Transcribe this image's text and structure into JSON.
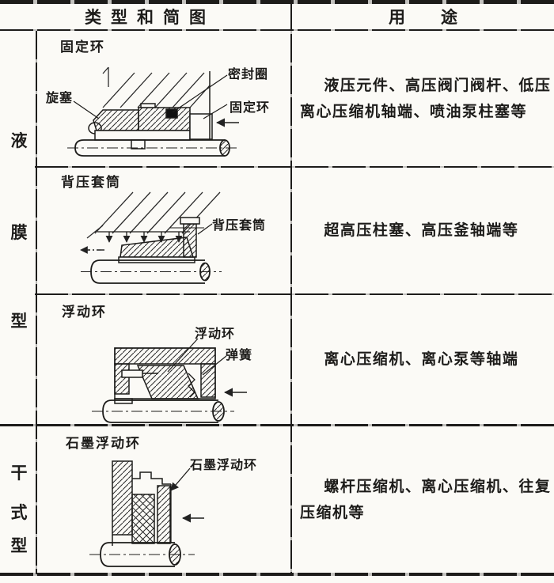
{
  "page": {
    "background": "#fbfaf6",
    "ink": "#1d1c1a"
  },
  "header": {
    "col_type": "类型和简图",
    "col_usage": "用　途"
  },
  "group_labels": {
    "liquid_film": [
      "液",
      "膜",
      "型"
    ],
    "dry": [
      "干",
      "式",
      "型"
    ]
  },
  "rows": [
    {
      "title": "固定环",
      "labels": {
        "plug": "旋塞",
        "seal_ring": "密封圈",
        "fixed_ring": "固定环"
      },
      "usage": [
        "液压元件、高压阀门阀杆、低压",
        "离心压缩机轴端、喷油泵柱塞等"
      ]
    },
    {
      "title": "背压套筒",
      "labels": {
        "back_pressure_sleeve": "背压套筒"
      },
      "usage": [
        "超高压柱塞、高压釜轴端等"
      ]
    },
    {
      "title": "浮动环",
      "labels": {
        "floating_ring": "浮动环",
        "spring": "弹簧"
      },
      "usage": [
        "离心压缩机、离心泵等轴端"
      ]
    },
    {
      "title": "石墨浮动环",
      "labels": {
        "graphite_floating_ring": "石墨浮动环"
      },
      "usage": [
        "螺杆压缩机、离心压缩机、往复",
        "压缩机等"
      ]
    }
  ]
}
